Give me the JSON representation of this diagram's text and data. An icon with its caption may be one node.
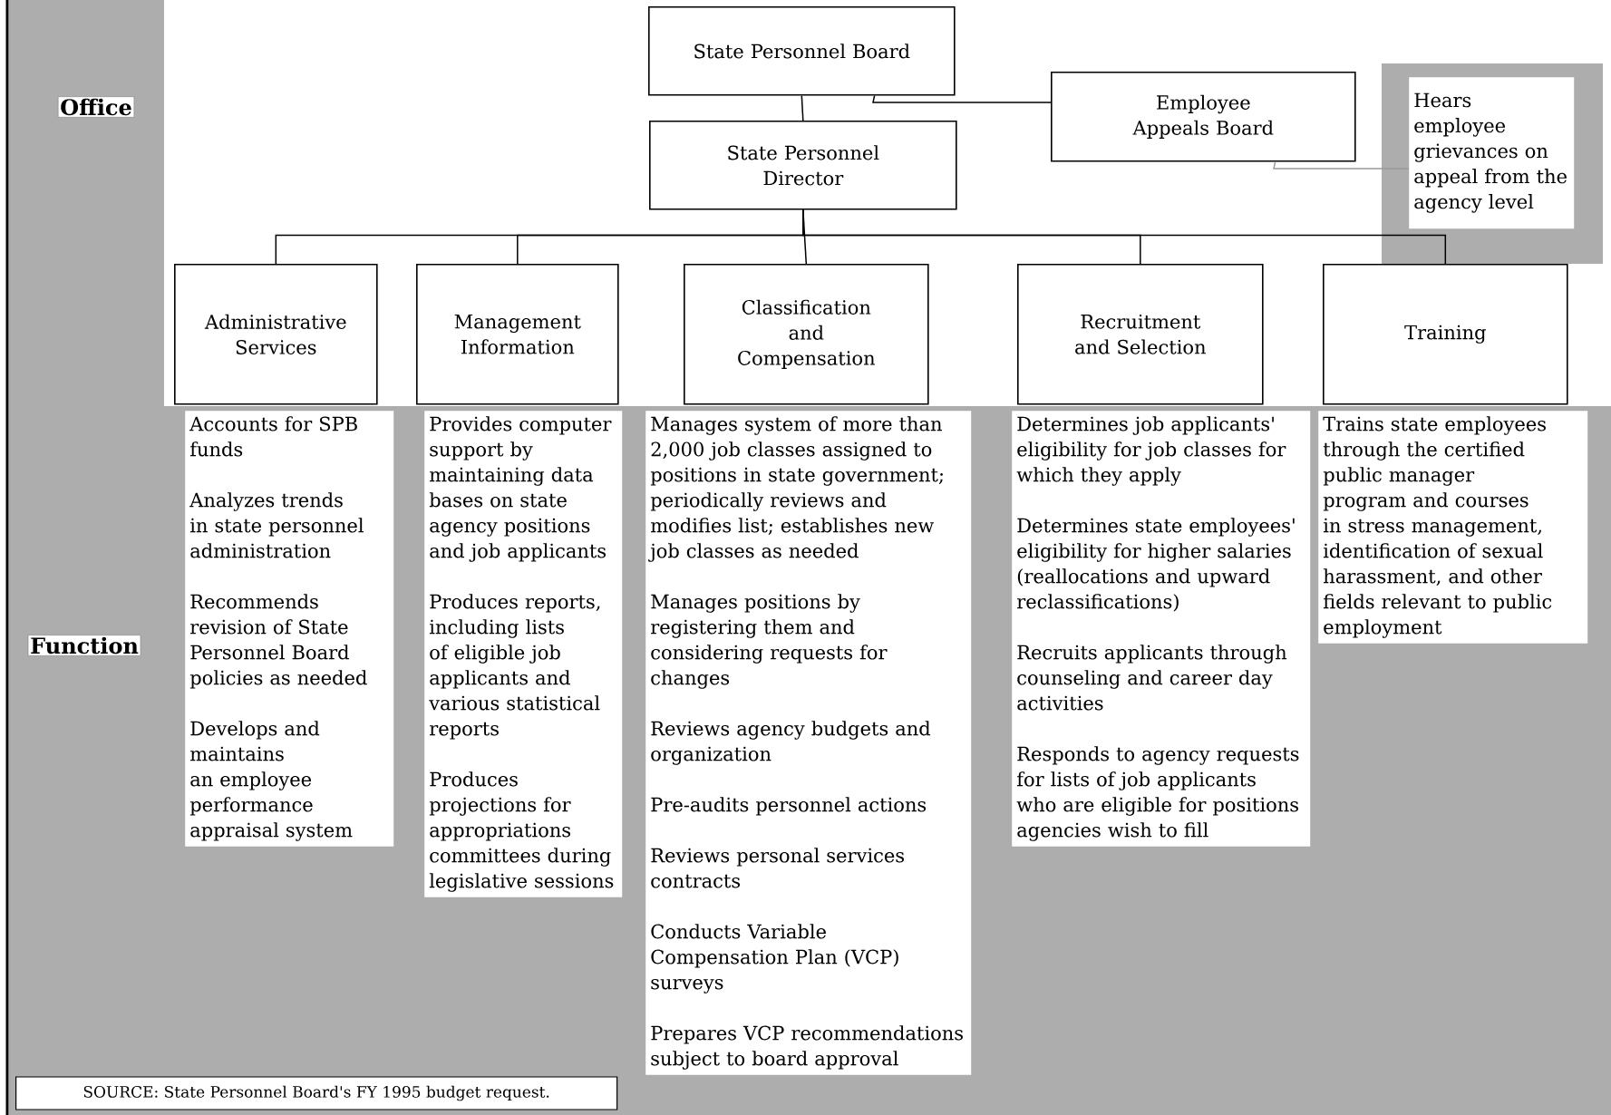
{
  "diagram": {
    "caption": "SOURCE: State Personnel Board's FY 1995 budget request.",
    "nodes": [
      {
        "text": [
          "State Personnel Board"
        ]
      },
      {
        "text": [
          "State Personnel Director"
        ]
      },
      {
        "text": [
          "Employee Appeals Board"
        ]
      },
      {
        "text": [
          "Hears employee grievances on appeal from the agency level"
        ]
      },
      {
        "text": [
          "Administrative Services"
        ]
      },
      {
        "text": [
          "Management Information"
        ]
      },
      {
        "text": [
          "Classification and Compensation"
        ]
      },
      {
        "text": [
          "Recruitment and Selection"
        ]
      },
      {
        "text": [
          "Training"
        ]
      },
      {
        "text": [
          "Accounts for SPB funds",
          "Analyzes trends in state personnel administration",
          "Recommends revision of State Personnel Board policies as needed",
          "Develops and maintains an employee performance appraisal system"
        ]
      },
      {
        "text": [
          "Provides computer support by maintaining data bases on state agency positions and job applicants",
          "Produces reports, including lists of eligible job applicants and various statistical reports",
          "Produces projections for appropriations committees during legislative sessions"
        ]
      },
      {
        "text": [
          "Manages system of more than 2,000 job classes assigned to positions in state government; periodically reviews and modifies list; establishes new job classes as needed",
          "Manages positions by registering them and considering requests for changes",
          "Reviews agency budgets and organization",
          "Pre-audits personnel actions",
          "Reviews personal services contracts",
          "Conducts Variable Compensation Plan (VCP) surveys",
          "Prepares VCP recommendations subject to board approval"
        ]
      },
      {
        "text": [
          "Determines job applicants' eligibility for job classes for which they apply",
          "Determines state employees' eligibility for higher salaries (reallocations and upward reclassifications)",
          "Recruits applicants through counseling and career day activities",
          "Responds to agency requests for lists of job applicants who are eligible for positions agencies wish to fill"
        ]
      },
      {
        "text": [
          "Trains state employees through the certified public manager program and courses in stress management, identification of sexual harassment, and other fields relevant to public employment"
        ]
      }
    ],
    "edges": [
      {
        "from": 0,
        "to": 1,
        "arrow": "none"
      },
      {
        "from": 0,
        "to": 2,
        "arrow": "none"
      },
      {
        "from": 2,
        "to": 3,
        "arrow": "none",
        "color": "#9a9a9a"
      },
      {
        "from": 1,
        "to": 4,
        "arrow": "none"
      },
      {
        "from": 1,
        "to": 5,
        "arrow": "none"
      },
      {
        "from": 1,
        "to": 6,
        "arrow": "none"
      },
      {
        "from": 1,
        "to": 7,
        "arrow": "none"
      },
      {
        "from": 1,
        "to": 8,
        "arrow": "none"
      }
    ],
    "labels": [
      "Office",
      "Function"
    ]
  }
}
